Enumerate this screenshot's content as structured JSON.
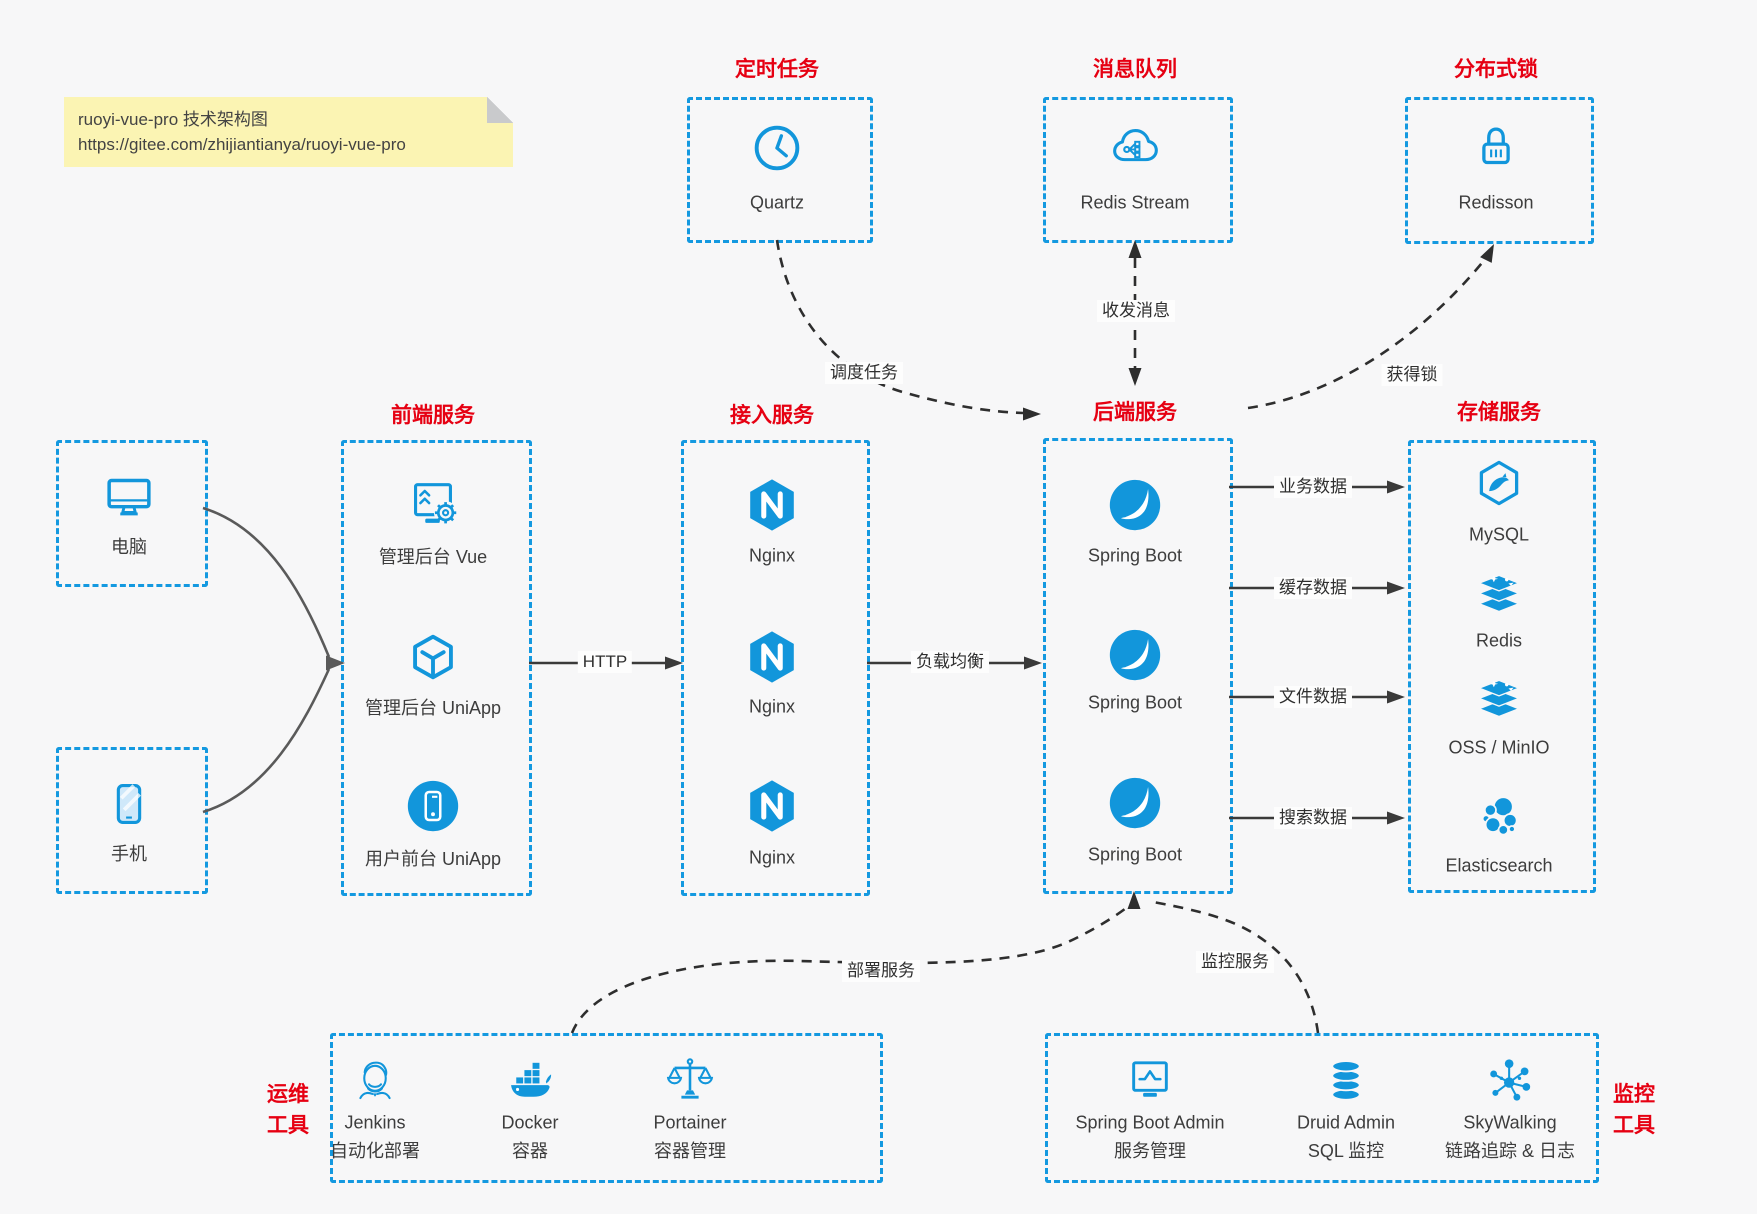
{
  "note": {
    "line1": "ruoyi-vue-pro 技术架构图",
    "line2": "https://gitee.com/zhijiantianya/ruoyi-vue-pro"
  },
  "colors": {
    "border_blue": "#1499e0",
    "icon_blue": "#1296db",
    "title_red": "#e60012",
    "note_yellow": "#fbf4b3",
    "arrow_dark": "#3a3a3a"
  },
  "top_groups": [
    {
      "title": "定时任务",
      "item": {
        "icon": "clock-icon",
        "label": "Quartz"
      }
    },
    {
      "title": "消息队列",
      "item": {
        "icon": "cloud-stream-icon",
        "label": "Redis Stream"
      }
    },
    {
      "title": "分布式锁",
      "item": {
        "icon": "lock-icon",
        "label": "Redisson"
      }
    }
  ],
  "clients": [
    {
      "icon": "monitor-icon",
      "label": "电脑"
    },
    {
      "icon": "smartphone-icon",
      "label": "手机"
    }
  ],
  "columns": [
    {
      "title": "前端服务",
      "items": [
        {
          "icon": "admin-vue-icon",
          "label": "管理后台 Vue"
        },
        {
          "icon": "cube-icon",
          "label": "管理后台 UniApp"
        },
        {
          "icon": "user-app-icon",
          "label": "用户前台 UniApp"
        }
      ]
    },
    {
      "title": "接入服务",
      "items": [
        {
          "icon": "nginx-icon",
          "label": "Nginx"
        },
        {
          "icon": "nginx-icon",
          "label": "Nginx"
        },
        {
          "icon": "nginx-icon",
          "label": "Nginx"
        }
      ]
    },
    {
      "title": "后端服务",
      "items": [
        {
          "icon": "spring-icon",
          "label": "Spring Boot"
        },
        {
          "icon": "spring-icon",
          "label": "Spring Boot"
        },
        {
          "icon": "spring-icon",
          "label": "Spring Boot"
        }
      ]
    },
    {
      "title": "存储服务",
      "items": [
        {
          "icon": "mysql-icon",
          "label": "MySQL"
        },
        {
          "icon": "redis-icon",
          "label": "Redis"
        },
        {
          "icon": "redis-icon",
          "label": "OSS / MinIO"
        },
        {
          "icon": "elasticsearch-icon",
          "label": "Elasticsearch"
        }
      ]
    }
  ],
  "edges": {
    "http": "HTTP",
    "load_balance": "负载均衡",
    "business_data": "业务数据",
    "cache_data": "缓存数据",
    "file_data": "文件数据",
    "search_data": "搜索数据",
    "schedule_task": "调度任务",
    "send_receive_message": "收发消息",
    "acquire_lock": "获得锁",
    "deploy_service": "部署服务",
    "monitor_service": "监控服务"
  },
  "bottom_groups": [
    {
      "title_lines": [
        "运维",
        "工具"
      ],
      "items": [
        {
          "icon": "jenkins-icon",
          "label": "Jenkins",
          "sub": "自动化部署"
        },
        {
          "icon": "docker-icon",
          "label": "Docker",
          "sub": "容器"
        },
        {
          "icon": "portainer-icon",
          "label": "Portainer",
          "sub": "容器管理"
        }
      ]
    },
    {
      "title_lines": [
        "监控",
        "工具"
      ],
      "items": [
        {
          "icon": "sba-icon",
          "label": "Spring Boot Admin",
          "sub": "服务管理"
        },
        {
          "icon": "druid-icon",
          "label": "Druid Admin",
          "sub": "SQL 监控"
        },
        {
          "icon": "skywalking-icon",
          "label": "SkyWalking",
          "sub": "链路追踪 & 日志"
        }
      ]
    }
  ]
}
